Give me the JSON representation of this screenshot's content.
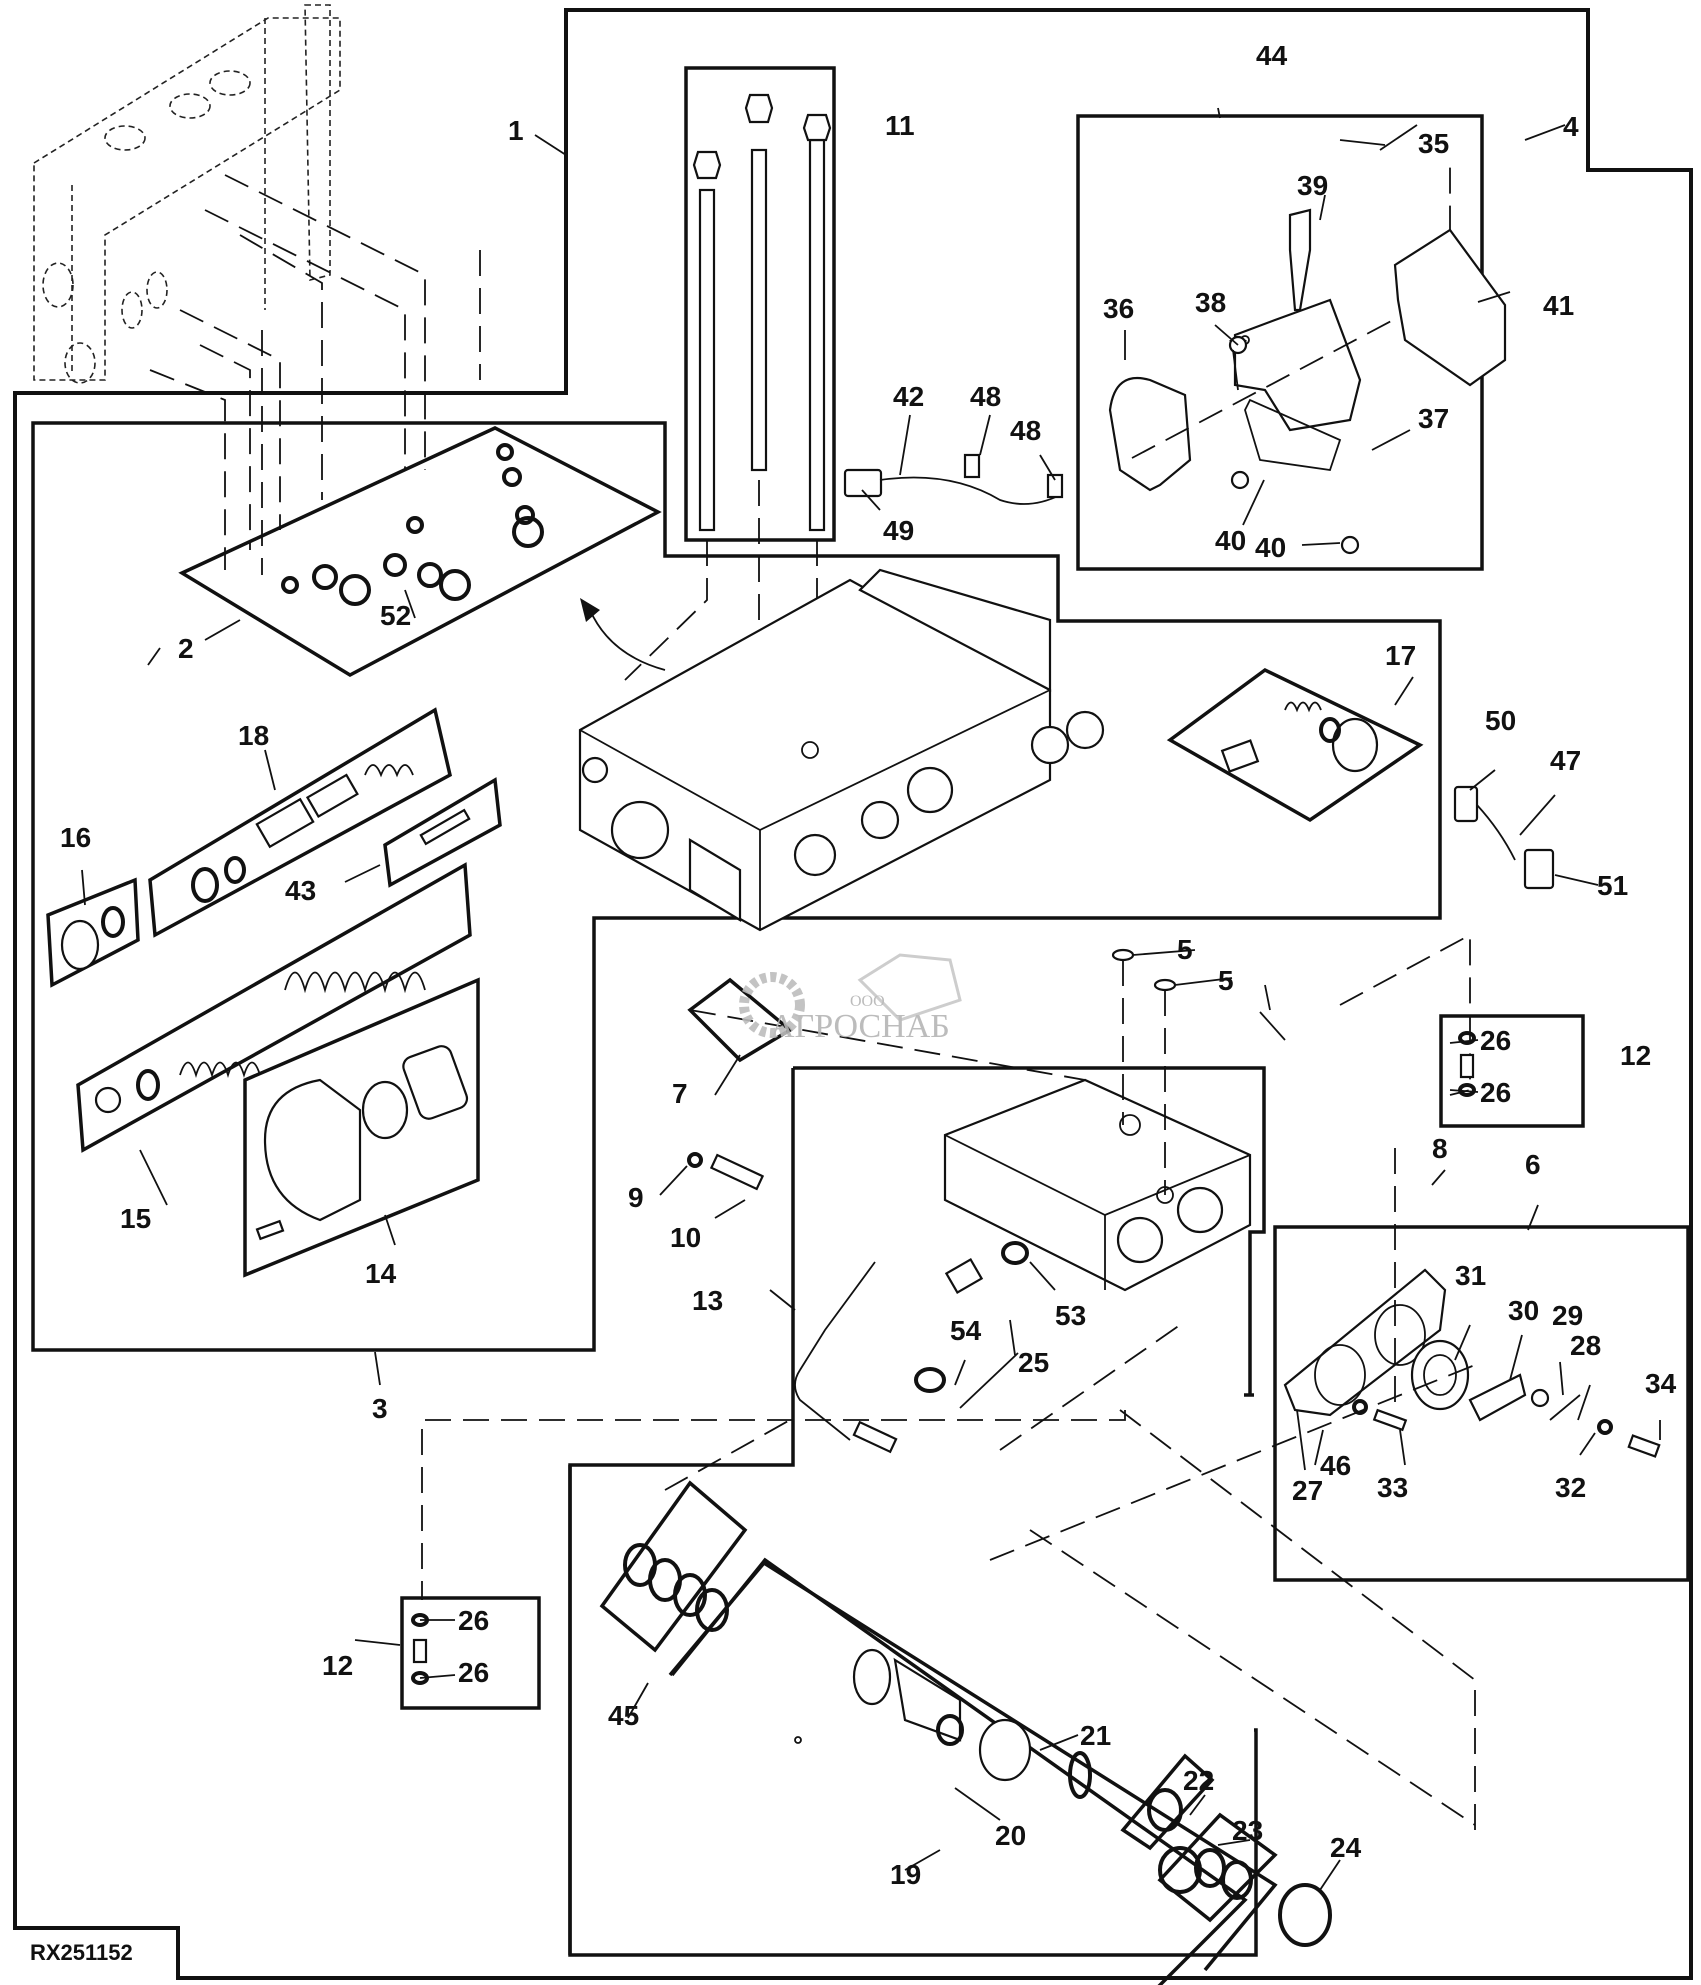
{
  "figure": {
    "id": "RX251152",
    "watermark": {
      "prefix": "ООО",
      "name": "АГРОСНАБ"
    }
  },
  "callouts": [
    {
      "id": "c1",
      "label": "1"
    },
    {
      "id": "c2",
      "label": "2"
    },
    {
      "id": "c3",
      "label": "3"
    },
    {
      "id": "c4",
      "label": "4"
    },
    {
      "id": "c5a",
      "label": "5"
    },
    {
      "id": "c5b",
      "label": "5"
    },
    {
      "id": "c6",
      "label": "6"
    },
    {
      "id": "c7",
      "label": "7"
    },
    {
      "id": "c8",
      "label": "8"
    },
    {
      "id": "c9",
      "label": "9"
    },
    {
      "id": "c10",
      "label": "10"
    },
    {
      "id": "c11",
      "label": "11"
    },
    {
      "id": "c12a",
      "label": "12"
    },
    {
      "id": "c12b",
      "label": "12"
    },
    {
      "id": "c13",
      "label": "13"
    },
    {
      "id": "c14",
      "label": "14"
    },
    {
      "id": "c15",
      "label": "15"
    },
    {
      "id": "c16",
      "label": "16"
    },
    {
      "id": "c17",
      "label": "17"
    },
    {
      "id": "c18",
      "label": "18"
    },
    {
      "id": "c19",
      "label": "19"
    },
    {
      "id": "c20",
      "label": "20"
    },
    {
      "id": "c21",
      "label": "21"
    },
    {
      "id": "c22",
      "label": "22"
    },
    {
      "id": "c23",
      "label": "23"
    },
    {
      "id": "c24",
      "label": "24"
    },
    {
      "id": "c25",
      "label": "25"
    },
    {
      "id": "c26a",
      "label": "26"
    },
    {
      "id": "c26b",
      "label": "26"
    },
    {
      "id": "c26c",
      "label": "26"
    },
    {
      "id": "c26d",
      "label": "26"
    },
    {
      "id": "c27",
      "label": "27"
    },
    {
      "id": "c28",
      "label": "28"
    },
    {
      "id": "c29",
      "label": "29"
    },
    {
      "id": "c30",
      "label": "30"
    },
    {
      "id": "c31",
      "label": "31"
    },
    {
      "id": "c32",
      "label": "32"
    },
    {
      "id": "c33",
      "label": "33"
    },
    {
      "id": "c34",
      "label": "34"
    },
    {
      "id": "c35",
      "label": "35"
    },
    {
      "id": "c36",
      "label": "36"
    },
    {
      "id": "c37",
      "label": "37"
    },
    {
      "id": "c38",
      "label": "38"
    },
    {
      "id": "c39",
      "label": "39"
    },
    {
      "id": "c40a",
      "label": "40"
    },
    {
      "id": "c40b",
      "label": "40"
    },
    {
      "id": "c41",
      "label": "41"
    },
    {
      "id": "c42",
      "label": "42"
    },
    {
      "id": "c43",
      "label": "43"
    },
    {
      "id": "c44",
      "label": "44"
    },
    {
      "id": "c45",
      "label": "45"
    },
    {
      "id": "c46",
      "label": "46"
    },
    {
      "id": "c47",
      "label": "47"
    },
    {
      "id": "c48a",
      "label": "48"
    },
    {
      "id": "c48b",
      "label": "48"
    },
    {
      "id": "c49",
      "label": "49"
    },
    {
      "id": "c50",
      "label": "50"
    },
    {
      "id": "c51",
      "label": "51"
    },
    {
      "id": "c52",
      "label": "52"
    },
    {
      "id": "c53",
      "label": "53"
    },
    {
      "id": "c54",
      "label": "54"
    }
  ]
}
